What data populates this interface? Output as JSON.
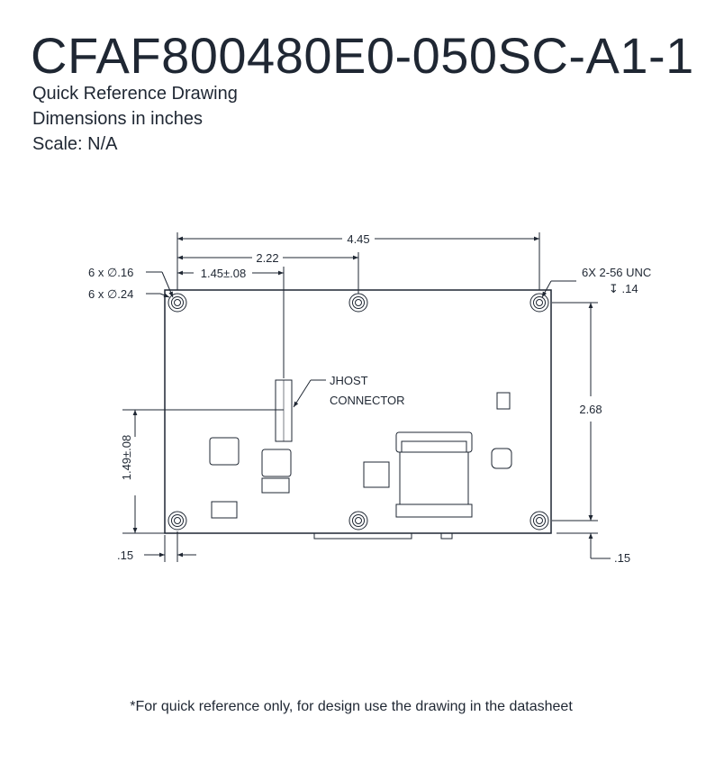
{
  "header": {
    "title": "CFAF800480E0-050SC-A1-1",
    "subtitle_1": "Quick Reference Drawing",
    "subtitle_2": "Dimensions in inches",
    "subtitle_3": "Scale: N/A"
  },
  "drawing": {
    "dim_overall_width": "4.45",
    "dim_hole_spacing": "2.22",
    "dim_connector_x": "1.45±.08",
    "dim_hole_diameter": "6 x ∅.16",
    "dim_pad_diameter": "6 x ∅.24",
    "thread_callout_1": "6X 2-56 UNC",
    "thread_callout_2": "↧ .14",
    "connector_label_1": "JHOST",
    "connector_label_2": "CONNECTOR",
    "dim_overall_height": "2.68",
    "dim_connector_y": "1.49±.08",
    "dim_left_offset": ".15",
    "dim_bottom_offset": ".15"
  },
  "footer": {
    "note": "*For quick reference only, for design use the drawing in the datasheet"
  }
}
